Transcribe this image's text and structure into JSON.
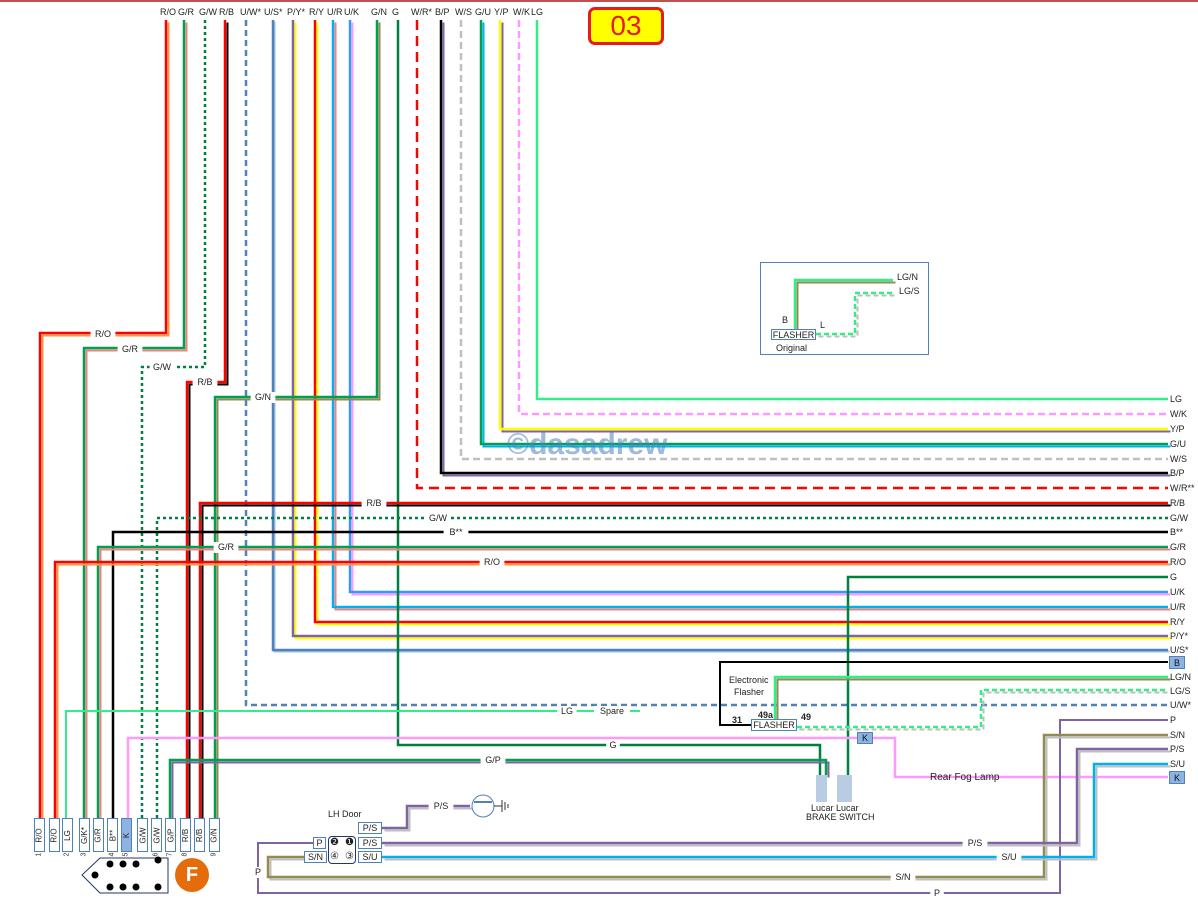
{
  "diagram": {
    "page_badge": "03",
    "watermark": "©dasadrew",
    "connector_badge": "F",
    "top_wire_labels": [
      "R/O",
      "G/R",
      "G/W",
      "R/B",
      "U/W*",
      "U/S*",
      "P/Y*",
      "R/Y",
      "U/R",
      "U/K",
      "G/N",
      "G",
      "W/R*",
      "B/P",
      "W/S",
      "G/U",
      "Y/P",
      "W/K",
      "LG"
    ],
    "right_wire_labels": [
      "LG",
      "W/K",
      "Y/P",
      "G/U",
      "W/S",
      "B/P",
      "W/R**",
      "R/B",
      "G/W",
      "B**",
      "G/R",
      "R/O",
      "G",
      "U/K",
      "U/R",
      "R/Y",
      "P/Y*",
      "U/S*",
      "B",
      "LG/N",
      "LG/S",
      "U/W*",
      "P",
      "S/N",
      "P/S",
      "S/U",
      "K"
    ],
    "inline_labels": {
      "ro_left": "R/O",
      "gr_left": "G/R",
      "gw_left": "G/W",
      "rb_left": "R/B",
      "gn_left": "G/N",
      "rb_mid": "R/B",
      "gw_mid": "G/W",
      "bss_mid": "B**",
      "gr_mid": "G/R",
      "ro_mid": "R/O",
      "lg_spare": "LG",
      "spare": "Spare",
      "g_mid": "G",
      "gp_mid": "G/P",
      "ps_top": "P/S",
      "ps_bottom": "P/S",
      "su_bottom": "S/U",
      "sn_bottom": "S/N",
      "p_bottom": "P",
      "p_left": "P"
    },
    "connector_pins": [
      {
        "label": "R/O",
        "num": "1"
      },
      {
        "label": "R/O",
        "num": ""
      },
      {
        "label": "LG",
        "num": "2"
      },
      {
        "label": "G/K*",
        "num": "3"
      },
      {
        "label": "G/R",
        "num": ""
      },
      {
        "label": "B**",
        "num": "4"
      },
      {
        "label": "K",
        "num": "5"
      },
      {
        "label": "G/W",
        "num": ""
      },
      {
        "label": "G/W",
        "num": "6"
      },
      {
        "label": "G/P",
        "num": "7"
      },
      {
        "label": "R/B",
        "num": "8"
      },
      {
        "label": "R/B",
        "num": ""
      },
      {
        "label": "G/N",
        "num": "9"
      }
    ],
    "flasher_original": {
      "title": "FLASHER",
      "caption": "Original",
      "pin_b": "B",
      "pin_l": "L",
      "wire_top": "LG/N",
      "wire_bottom": "LG/S"
    },
    "electronic_flasher": {
      "title_line1": "Electronic",
      "title_line2": "Flasher",
      "box": "FLASHER",
      "pin_31": "31",
      "pin_49a": "49a",
      "pin_49": "49"
    },
    "k_box": "K",
    "b_box": "B",
    "k_box_right": "K",
    "rear_fog_lamp": "Rear Fog Lamp",
    "brake_switch": {
      "line1": "Lucar  Lucar",
      "line2": "BRAKE SWITCH"
    },
    "lh_door": {
      "title": "LH Door",
      "ps_top": "P/S",
      "p": "P",
      "ps": "P/S",
      "sn": "S/N",
      "su": "S/U",
      "pin2": "❷",
      "pin1": "❶",
      "pin4": "④",
      "pin3": "③"
    },
    "connector_pin_digits": [
      "3",
      "5",
      "7",
      "9",
      "1",
      "2",
      "4",
      "6",
      "8"
    ]
  }
}
